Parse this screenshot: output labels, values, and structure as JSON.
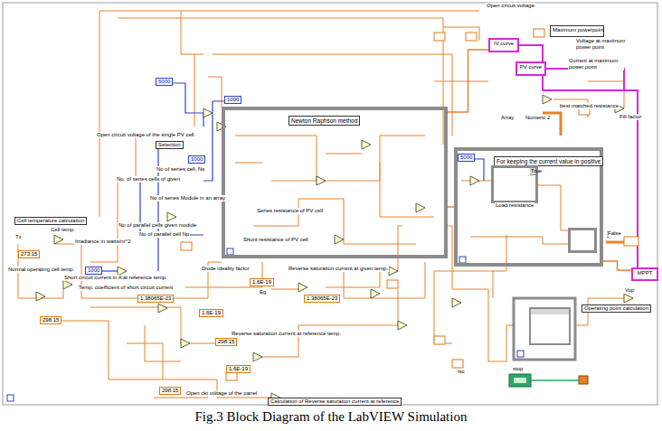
{
  "diagram": {
    "caption": "Fig.3 Block Diagram of the LabVIEW Simulation",
    "nodes": [
      {
        "text": [
          "Newton Raphson method"
        ]
      },
      {
        "text": [
          "For keeping the current value in positive"
        ]
      },
      {
        "text": [
          "True"
        ],
        "in": 1
      },
      {
        "text": [
          "False"
        ],
        "in": 1
      },
      {
        "text": [
          "IV curve"
        ]
      },
      {
        "text": [
          "PV curve"
        ]
      },
      {
        "text": [
          "Maximum powerpoint"
        ]
      },
      {
        "text": [
          "MPPT"
        ]
      }
    ],
    "edges": [
      {
        "from": 0,
        "to": 1,
        "arrow": "none"
      },
      {
        "from": 1,
        "to": 7,
        "arrow": "none"
      },
      {
        "from": 0,
        "to": 4,
        "arrow": "none"
      }
    ],
    "labels": [
      "Open circuit voltage",
      "Voltage at maximum power point",
      "Current at maximum power point",
      "best matched resistance",
      "Fill factor",
      "Array",
      "Numeric 2",
      "5000",
      "1000",
      "Open circuit voltage of the single PV cell",
      "Selection",
      "1000",
      "No of series cell, Ns",
      "No. of series cells of given",
      "No of series Module in an array",
      "No of parallel cells given module",
      "No of parallel cell Np",
      "Series resistance of PV cell",
      "Shunt resistance of PV cell",
      "Cell temperature calculation",
      "Cell temp.",
      "Tx",
      "Irradiance in watts/m^2",
      "273.15",
      "Normal operating cell temp.",
      "1000",
      "Short circuit current in A at reference temp.",
      "Temp. coefficient of short circuit current",
      "Diode ideality factor",
      "1.6E-19",
      "Eg",
      "1.38065E-23",
      "Reverse saturation current at given temp.",
      "1.38065E-23",
      "1.6E-19",
      "298.15",
      "Reverse saturation current at reference temp.",
      "298.15",
      "1.6E-19",
      "Open ckt voltage of the panel",
      "298.15",
      "Calculation of Reverse saturation current at reference",
      "Isc",
      "Vop",
      "Operating point calculation",
      "stop",
      "5000",
      "Load resistance"
    ]
  }
}
